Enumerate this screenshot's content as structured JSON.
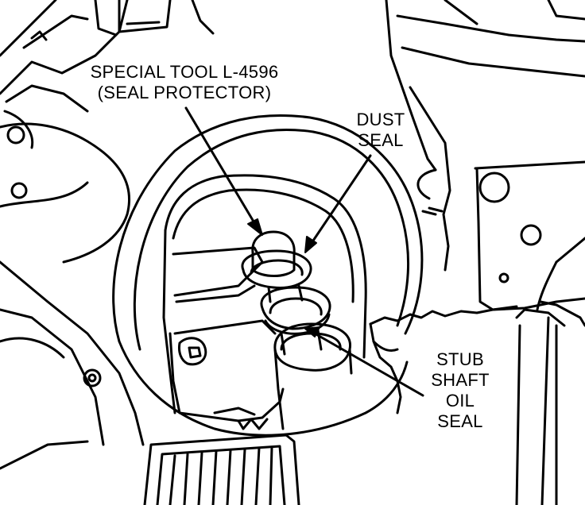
{
  "labels": {
    "special_tool": {
      "line1": "SPECIAL TOOL L-4596",
      "line2": "(SEAL PROTECTOR)"
    },
    "dust_seal": {
      "line1": "DUST",
      "line2": "SEAL"
    },
    "stub_shaft": {
      "line1": "STUB",
      "line2": "SHAFT",
      "line3": "OIL",
      "line4": "SEAL"
    }
  },
  "colors": {
    "ink": "#000000",
    "paper": "#ffffff"
  }
}
